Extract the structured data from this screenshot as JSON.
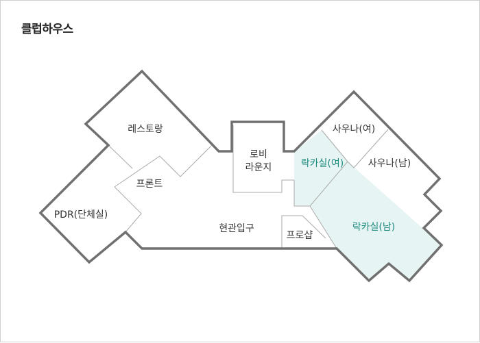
{
  "title": "클럽하우스",
  "colors": {
    "wall": "#707070",
    "partition": "#aaaaaa",
    "locker_fill": "#e6f4f3",
    "locker_text": "#1d8a7e",
    "label": "#333333"
  },
  "rooms": {
    "restaurant": "레스토랑",
    "front": "프론트",
    "pdr": "PDR(단체실)",
    "lobby_line1": "로비",
    "lobby_line2": "라운지",
    "entrance": "현관입구",
    "proshop": "프로샵",
    "sauna_women": "사우나(여)",
    "sauna_men": "사우나(남)",
    "locker_women": "락카실(여)",
    "locker_men": "락카실(남)"
  }
}
